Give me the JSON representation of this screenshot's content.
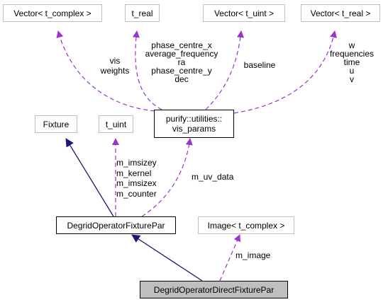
{
  "nodes": {
    "vector_t_complex": "Vector< t_complex >",
    "t_real": "t_real",
    "vector_t_uint": "Vector< t_uint >",
    "vector_t_real": "Vector< t_real >",
    "vis_params_line1": "purify::utilities::",
    "vis_params_line2": "vis_params",
    "fixture": "Fixture",
    "t_uint": "t_uint",
    "degrid_operator_fixture_par": "DegridOperatorFixturePar",
    "image_t_complex": "Image< t_complex >",
    "degrid_operator_direct_fixture_par": "DegridOperatorDirectFixturePar"
  },
  "edge_labels": {
    "vis_weights": [
      "vis",
      "weights"
    ],
    "phase_centre": [
      "phase_centre_x",
      "average_frequency",
      "ra",
      "phase_centre_y",
      "dec"
    ],
    "baseline": [
      "baseline"
    ],
    "w_freq": [
      "w",
      "frequencies",
      "time",
      "u",
      "v"
    ],
    "m_fields": [
      "m_imsizey",
      "m_kernel",
      "m_imsizex",
      "m_counter"
    ],
    "m_uv_data": [
      "m_uv_data"
    ],
    "m_image": [
      "m_image"
    ]
  },
  "colors": {
    "inheritance": "#191970",
    "usage": "#9a32cd",
    "gray_border": "#bfbfbf",
    "focus_fill": "#bfbfbf"
  }
}
